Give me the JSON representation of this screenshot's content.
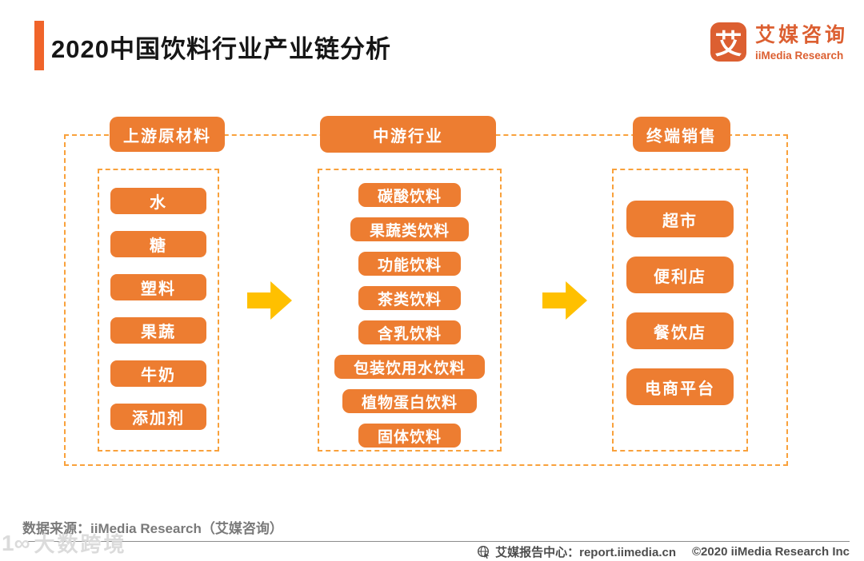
{
  "title": "2020中国饮料行业产业链分析",
  "logo": {
    "glyph": "艾",
    "name_cn": "艾媒咨询",
    "name_en": "iiMedia Research"
  },
  "diagram": {
    "columns": [
      {
        "header": "上游原材料",
        "items": [
          "水",
          "糖",
          "塑料",
          "果蔬",
          "牛奶",
          "添加剂"
        ]
      },
      {
        "header": "中游行业",
        "items": [
          "碳酸饮料",
          "果蔬类饮料",
          "功能饮料",
          "茶类饮料",
          "含乳饮料",
          "包装饮用水饮料",
          "植物蛋白饮料",
          "固体饮料"
        ]
      },
      {
        "header": "终端销售",
        "items": [
          "超市",
          "便利店",
          "餐饮店",
          "电商平台"
        ]
      }
    ],
    "arrow_icon": "right-block-arrow"
  },
  "source_note": "数据来源：iiMedia Research（艾媒咨询）",
  "watermark": {
    "mark": "1∞",
    "text": "大数跨境"
  },
  "footer": {
    "report_center": "艾媒报告中心：report.iimedia.cn",
    "copyright": "©2020  iiMedia Research  Inc"
  },
  "colors": {
    "box_orange": "#ED7D31",
    "dashed_border": "#F9A13B",
    "arrow_yellow": "#FFC000",
    "brand_orange": "#DC5F31",
    "title_bar_orange": "#F0642A",
    "source_gray": "#7A7A7A",
    "footer_gray": "#4D4D4D"
  }
}
